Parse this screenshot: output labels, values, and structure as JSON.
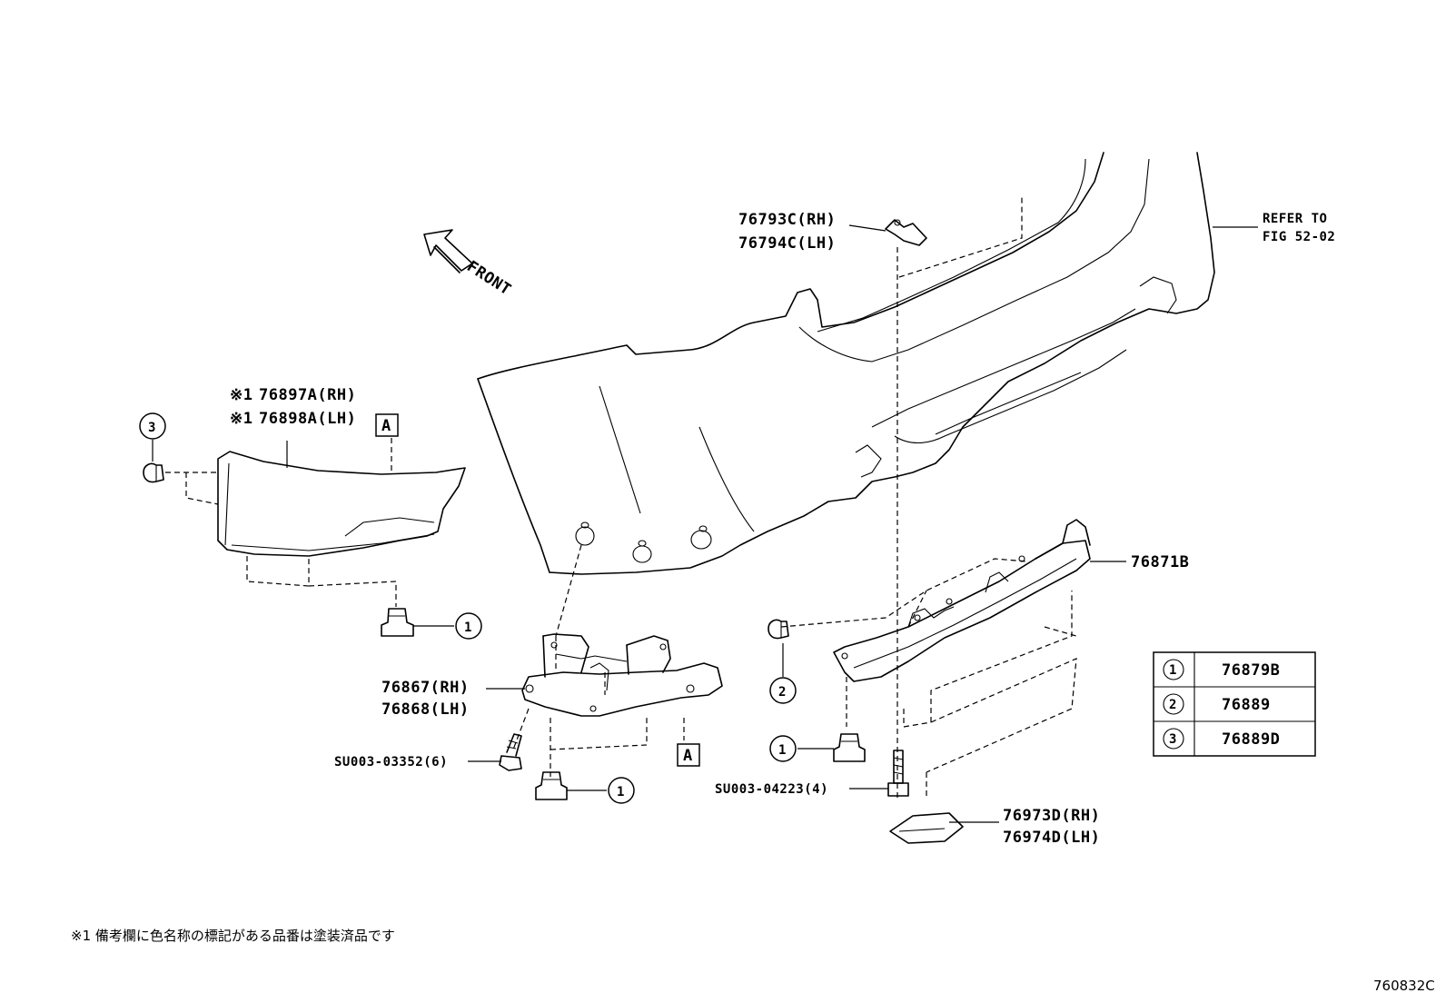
{
  "orientation": {
    "arrow_label": "FRONT"
  },
  "callouts": {
    "retainer": [
      "76793C(RH)",
      "76794C(LH)"
    ],
    "refer_to": [
      "REFER TO",
      "FIG 52-02"
    ],
    "extension": [
      "76897A(RH)",
      "76898A(LH)"
    ],
    "extension_marks": [
      "※1",
      "※1"
    ],
    "extension_box": "A",
    "circle_1": "1",
    "circle_2": "2",
    "circle_3": "3",
    "bracket": [
      "76867(RH)",
      "76868(LH)"
    ],
    "bracket_box": "A",
    "screw_left": "SU003-03352(6)",
    "screw_right": "SU003-04223(4)",
    "reinforcement": "76871B",
    "cover": [
      "76973D(RH)",
      "76974D(LH)"
    ]
  },
  "legend_table": [
    {
      "symbol": "1",
      "part": "76879B"
    },
    {
      "symbol": "2",
      "part": "76889"
    },
    {
      "symbol": "3",
      "part": "76889D"
    }
  ],
  "footnote": "※1 備考欄に色名称の標記がある品番は塗装済品です",
  "figure_code": "760832C"
}
